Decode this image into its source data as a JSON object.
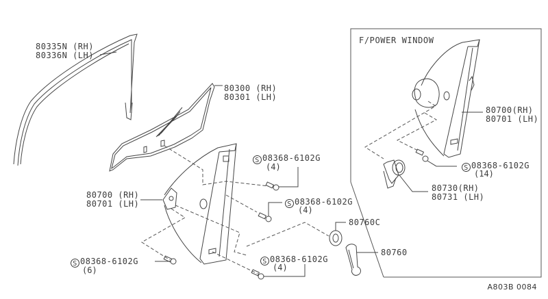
{
  "diagram": {
    "reference_code": "A803B 0084",
    "inset": {
      "title": "F/POWER WINDOW",
      "parts": [
        {
          "id": "regulator_power",
          "numbers": [
            "80700(RH)",
            "80701 (LH)"
          ]
        },
        {
          "id": "bolt_power",
          "symbol": "S",
          "number": "08368-6102G",
          "qty": "(14)"
        },
        {
          "id": "motor",
          "numbers": [
            "80730(RH)",
            "80731 (LH)"
          ]
        }
      ]
    },
    "parts": [
      {
        "id": "sash_seal",
        "numbers": [
          "80335N (RH)",
          "80336N (LH)"
        ]
      },
      {
        "id": "door_glass",
        "numbers": [
          "80300 (RH)",
          "80301 (LH)"
        ]
      },
      {
        "id": "regulator_manual",
        "numbers": [
          "80700 (RH)",
          "80701 (LH)"
        ]
      },
      {
        "id": "bolt_a",
        "symbol": "S",
        "number": "08368-6102G",
        "qty": "(4)"
      },
      {
        "id": "bolt_b",
        "symbol": "S",
        "number": "08368-6102G",
        "qty": "(4)"
      },
      {
        "id": "bolt_c",
        "symbol": "S",
        "number": "08368-6102G",
        "qty": "(6)"
      },
      {
        "id": "bolt_d",
        "symbol": "S",
        "number": "08368-6102G",
        "qty": "(4)"
      },
      {
        "id": "handle_escutcheon",
        "numbers": [
          "80760C"
        ]
      },
      {
        "id": "handle",
        "numbers": [
          "80760"
        ]
      }
    ]
  }
}
